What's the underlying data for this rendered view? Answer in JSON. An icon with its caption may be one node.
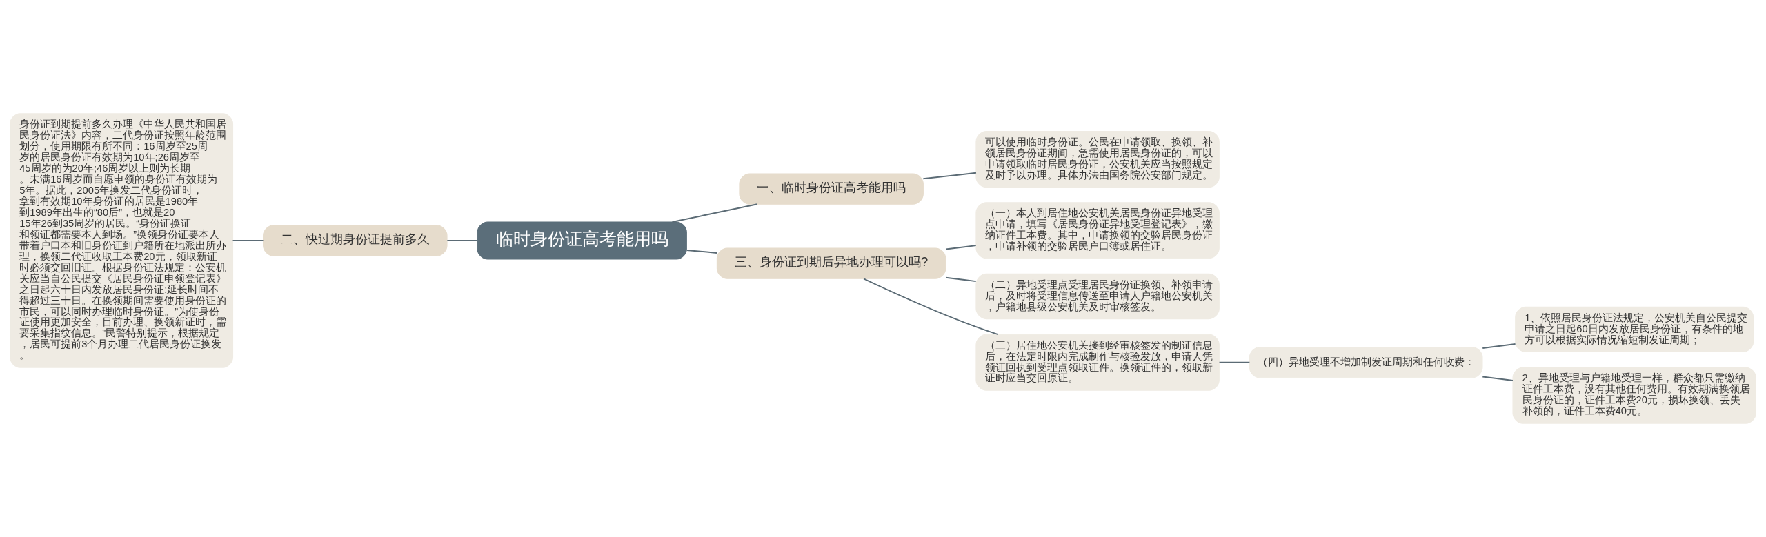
{
  "diagram": {
    "nodes": [
      {
        "text": [
          "临时身份证高考能用吗"
        ]
      },
      {
        "text": [
          "一、临时身份证高考能用吗"
        ]
      },
      {
        "text": [
          "可以使用临时身份证。公民在申请领取、换领、补领居民身份证期间，急需使用居民身份证的，可以申请领取临时居民身份证，公安机关应当按照规定及时予以办理。具体办法由国务院公安部门规定。"
        ]
      },
      {
        "text": [
          "二、快过期身份证提前多久"
        ]
      },
      {
        "text": [
          "身份证到期提前多久办理《中华人民共和国居民身份证法》内容，二代身份证按照年龄范围划分，使用期限有所不同：16周岁至25周岁的居民身份证有效期为10年;26周岁至45周岁的为20年;46周岁以上则为长期。未满16周岁而自愿申领的身份证有效期为5年。据此，2005年换发二代身份证时，拿到有效期10年身份证的居民是1980年到1989年出生的“80后”，也就是2015年26到35周岁的居民。“身份证换证和领证都需要本人到场。”换领身份证要本人带着户口本和旧身份证到户籍所在地派出所办理，换领二代证收取工本费20元，领取新证时必须交回旧证。根据身份证法规定：公安机关应当自公民提交《居民身份证申领登记表》之日起六十日内发放居民身份证;延长时间不得超过三十日。在换领期间需要使用身份证的市民，可以同时办理临时身份证。”为使身份证使用更加安全，目前办理、换领新证时，需要采集指纹信息。”民警特别提示，根据规定，居民可提前3个月办理二代居民身份证换发。"
        ]
      },
      {
        "text": [
          "三、身份证到期后异地办理可以吗?"
        ]
      },
      {
        "text": [
          "（一）本人到居住地公安机关居民身份证异地受理点申请，填写《居民身份证异地受理登记表》，缴纳证件工本费。其中，申请换领的交验居民身份证，申请补领的交验居民户口簿或居住证。"
        ]
      },
      {
        "text": [
          "（二）异地受理点受理居民身份证换领、补领申请后，及时将受理信息传送至申请人户籍地公安机关，户籍地县级公安机关及时审核签发。"
        ]
      },
      {
        "text": [
          "（三）居住地公安机关接到经审核签发的制证信息后，在法定时限内完成制作与核验发放，申请人凭领证回执到受理点领取证件。换领证件的，领取新证时应当交回原证。"
        ]
      },
      {
        "text": [
          "（四）异地受理不增加制发证周期和任何收费："
        ]
      },
      {
        "text": [
          "1、依照居民身份证法规定，公安机关自公民提交申请之日起60日内发放居民身份证，有条件的地方可以根据实际情况缩短制发证周期；"
        ]
      },
      {
        "text": [
          "2、异地受理与户籍地受理一样，群众都只需缴纳证件工本费，没有其他任何费用。有效期满换领居民身份证的，证件工本费20元，损坏换领、丢失补领的，证件工本费40元。"
        ]
      }
    ],
    "edges": [
      {
        "from": 0,
        "to": 1,
        "arrow": "none"
      },
      {
        "from": 1,
        "to": 2,
        "arrow": "none"
      },
      {
        "from": 0,
        "to": 3,
        "arrow": "none"
      },
      {
        "from": 3,
        "to": 4,
        "arrow": "none"
      },
      {
        "from": 0,
        "to": 5,
        "arrow": "none"
      },
      {
        "from": 5,
        "to": 6,
        "arrow": "none"
      },
      {
        "from": 5,
        "to": 7,
        "arrow": "none"
      },
      {
        "from": 5,
        "to": 8,
        "arrow": "none"
      },
      {
        "from": 8,
        "to": 9,
        "arrow": "none"
      },
      {
        "from": 9,
        "to": 10,
        "arrow": "none"
      },
      {
        "from": 9,
        "to": 11,
        "arrow": "none"
      }
    ]
  }
}
